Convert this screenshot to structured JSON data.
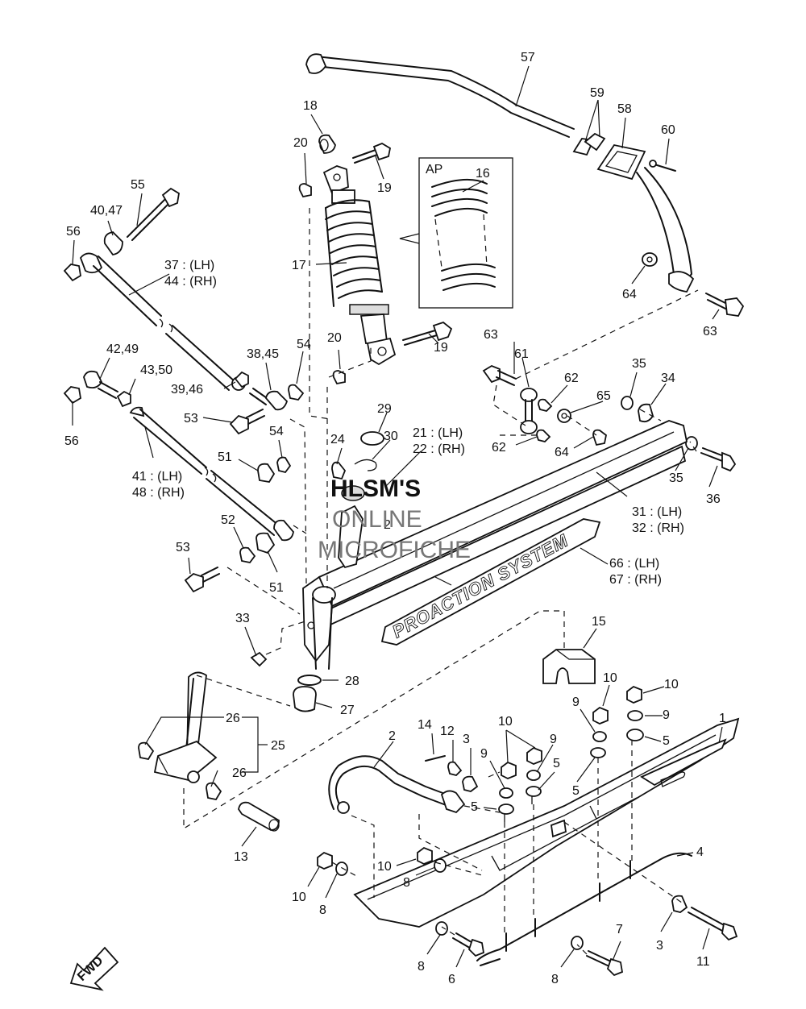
{
  "watermark": {
    "line1": "HLSM'S",
    "line2": "ONLINE",
    "line3": "MICROFICHE"
  },
  "decal_text": "PROACTION SYSTEM",
  "ap_box_label": "AP",
  "fwd_label": "FWD",
  "callouts": {
    "c1": "1",
    "c2": "2",
    "c3a": "3",
    "c3b": "3",
    "c4": "4",
    "c5a": "5",
    "c5b": "5",
    "c5c": "5",
    "c5d": "5",
    "c6": "6",
    "c7": "7",
    "c8a": "8",
    "c8b": "8",
    "c8c": "8",
    "c8d": "8",
    "c9a": "9",
    "c9b": "9",
    "c9c": "9",
    "c9d": "9",
    "c10a": "10",
    "c10b": "10",
    "c10c": "10",
    "c10d": "10",
    "c10e": "10",
    "c11": "11",
    "c12": "12",
    "c13": "13",
    "c14": "14",
    "c15": "15",
    "c16": "16",
    "c17": "17",
    "c18": "18",
    "c19a": "19",
    "c19b": "19",
    "c20a": "20",
    "c20b": "20",
    "c21": "21 : (LH)",
    "c22": "22 : (RH)",
    "c24": "24",
    "c25": "25",
    "c26a": "26",
    "c26b": "26",
    "c27": "27",
    "c28": "28",
    "c29": "29",
    "c30": "30",
    "c2b": "2",
    "c31": "31 : (LH)",
    "c32": "32 : (RH)",
    "c33": "33",
    "c34": "34",
    "c35a": "35",
    "c35b": "35",
    "c36": "36",
    "c37": "37 : (LH)",
    "c44": "44 : (RH)",
    "c38": "38,45",
    "c39": "39,46",
    "c40": "40,47",
    "c41": "41 : (LH)",
    "c48": "48 : (RH)",
    "c42": "42,49",
    "c43": "43,50",
    "c51a": "51",
    "c51b": "51",
    "c52": "52",
    "c53a": "53",
    "c53b": "53",
    "c54a": "54",
    "c54b": "54",
    "c55": "55",
    "c56a": "56",
    "c56b": "56",
    "c57": "57",
    "c58": "58",
    "c59": "59",
    "c60": "60",
    "c61": "61",
    "c62a": "62",
    "c62b": "62",
    "c63a": "63",
    "c63b": "63",
    "c64a": "64",
    "c64b": "64",
    "c65": "65",
    "c66": "66 : (LH)",
    "c67": "67 : (RH)"
  },
  "colors": {
    "line": "#111111",
    "background": "#ffffff",
    "watermark_dark": "#111111",
    "watermark_gray": "#777777"
  }
}
